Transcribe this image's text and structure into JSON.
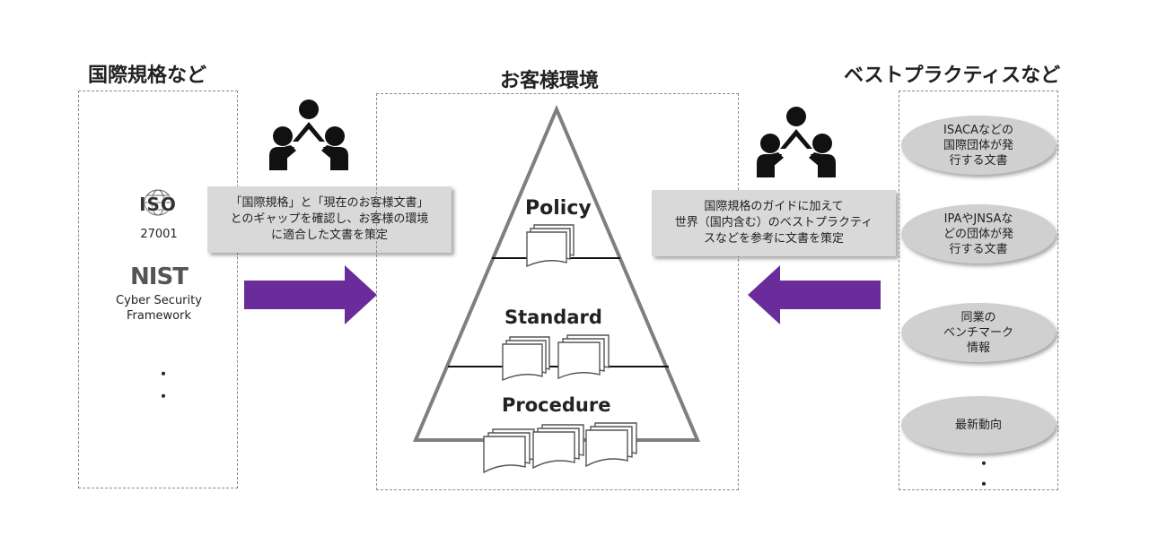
{
  "titles": {
    "left": "国際規格など",
    "center": "お客様環境",
    "right": "ベストプラクティスなど"
  },
  "left_panel": {
    "iso_logo": "ISO",
    "iso_code": "27001",
    "nist_logo": "NIST",
    "nist_caption_1": "Cyber Security",
    "nist_caption_2": "Framework",
    "dots": [
      "・",
      "・"
    ]
  },
  "left_callout": {
    "lines": [
      "「国際規格」と「現在のお客様文書」",
      "とのギャップを確認し、お客様の環境",
      "に適合した文書を策定"
    ]
  },
  "right_callout": {
    "lines": [
      "国際規格のガイドに加えて",
      "世界（国内含む）のベストプラクティ",
      "スなどを参考に文書を策定"
    ]
  },
  "pyramid": {
    "tiers": [
      "Policy",
      "Standard",
      "Procedure"
    ]
  },
  "right_panel": {
    "ovals": [
      [
        "ISACAなどの",
        "国際団体が発",
        "行する文書"
      ],
      [
        "IPAやJNSAな",
        "どの団体が発",
        "行する文書"
      ],
      [
        "同業の",
        "ベンチマーク",
        "情報"
      ],
      [
        "最新動向"
      ]
    ],
    "dots": [
      "・",
      "・"
    ]
  },
  "colors": {
    "arrow": "#6a2c9a",
    "callout_bg": "#d9d9d9",
    "oval_bg": "#d0d0d0",
    "border": "#8a8a8a",
    "pyramid_stroke": "#7f7f7f"
  },
  "icons": [
    "people-group-icon",
    "document-stack-icon",
    "arrow-right-icon",
    "arrow-left-icon"
  ]
}
